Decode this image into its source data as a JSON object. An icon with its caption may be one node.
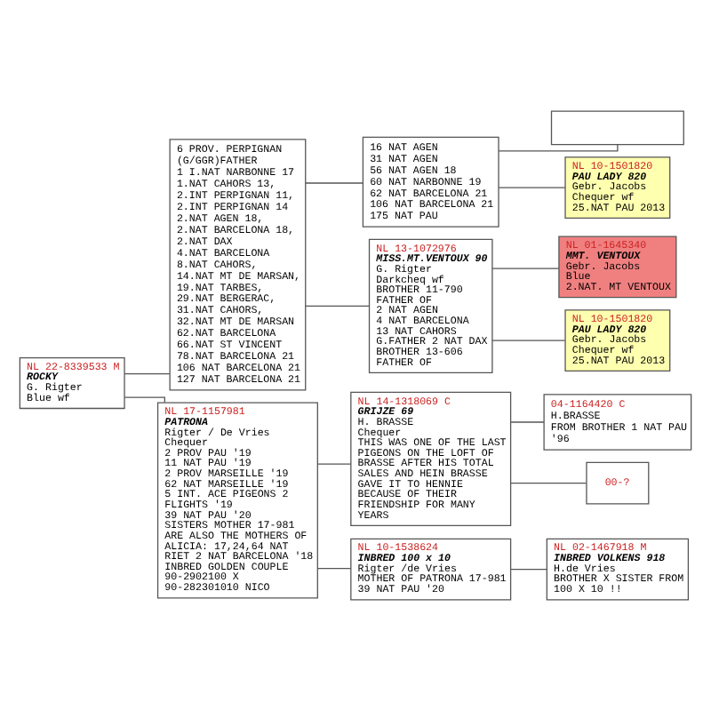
{
  "diagram": {
    "nodes": [
      {
        "text": [
          "NL 22-8339533 M",
          "ROCKY",
          "G. Rigter",
          "Blue wf"
        ]
      },
      {
        "text": [
          "6 PROV. PERPIGNAN",
          "(G/GGR)FATHER",
          "1 I.NAT NARBONNE 17",
          "1.NAT CAHORS 13,",
          "2.INT PERPIGNAN 11,",
          "2.INT PERPIGNAN 14",
          "2.NAT AGEN 18,",
          "2.NAT BARCELONA 18,",
          "2.NAT DAX",
          "4.NAT BARCELONA",
          "8.NAT CAHORS,",
          "14.NAT MT DE MARSAN,",
          "19.NAT TARBES,",
          "29.NAT BERGERAC,",
          "31.NAT CAHORS,",
          "32.NAT MT DE MARSAN",
          "62.NAT BARCELONA",
          "66.NAT ST VINCENT",
          "78.NAT BARCELONA 21",
          "106 NAT BARCELONA 21",
          "127 NAT BARCELONA 21"
        ]
      },
      {
        "text": [
          "16 NAT AGEN",
          "31 NAT AGEN",
          "56 NAT AGEN 18",
          "60 NAT NARBONNE 19",
          "62 NAT BARCELONA 21",
          "106 NAT BARCELONA 21",
          "175 NAT PAU"
        ]
      },
      {
        "text": [],
        "shape": "box"
      },
      {
        "text": [
          "NL 10-1501820",
          "PAU LADY 820",
          "Gebr. Jacobs",
          "Chequer wf",
          "25.NAT PAU 2013"
        ]
      },
      {
        "text": [
          "NL 13-1072976",
          "MISS.MT.VENTOUX 90",
          "G. Rigter",
          "Darkcheq wf",
          "BROTHER 11-790",
          "FATHER OF",
          "2 NAT AGEN",
          "4 NAT BARCELONA",
          "13 NAT CAHORS",
          "G.FATHER 2 NAT DAX",
          "BROTHER 13-606",
          "FATHER OF"
        ]
      },
      {
        "text": [
          "NL 01-1645340",
          "MMT. VENTOUX",
          "Gebr. Jacobs",
          "Blue",
          "2.NAT. MT VENTOUX"
        ]
      },
      {
        "text": [
          "NL 10-1501820",
          "PAU LADY 820",
          "Gebr. Jacobs",
          "Chequer wf",
          "25.NAT PAU 2013"
        ]
      },
      {
        "text": [
          "NL 17-1157981",
          "PATRONA",
          "Rigter / De Vries",
          "Chequer",
          "2 PROV PAU '19",
          "11 NAT PAU '19",
          "2 PROV MARSEILLE '19",
          "62 NAT MARSEILLE '19",
          "5 INT. ACE PIGEONS 2 FLIGHTS '19",
          "39 NAT PAU '20",
          "SISTERS MOTHER 17-981 ARE ALSO THE MOTHERS OF",
          "ALICIA: 17,24,64 NAT RIET 2 NAT BARCELONA '18",
          "INBRED GOLDEN COUPLE 90-2902100 X 90-282301010 NICO"
        ]
      },
      {
        "text": [
          "NL 14-1318069 C",
          "GRIJZE 69",
          "H. BRASSE",
          "Chequer",
          "THIS WAS ONE OF THE LAST PIGEONS ON THE LOFT OF BRASSE AFTER HIS TOTAL SALES AND HEIN BRASSE GAVE IT TO HENNIE BECAUSE OF THEIR FRIENDSHIP FOR MANY YEARS"
        ]
      },
      {
        "text": [
          "04-1164420 C",
          "H.BRASSE",
          "FROM BROTHER 1 NAT PAU '96"
        ]
      },
      {
        "text": [
          "00-?"
        ]
      },
      {
        "text": [
          "NL 10-1538624",
          "INBRED 100 x 10",
          "Rigter /de Vries",
          "MOTHER OF PATRONA 17-981",
          "39 NAT PAU '20"
        ]
      },
      {
        "text": [
          "NL 02-1467918 M",
          "INBRED VOLKENS 918",
          "H.de Vries",
          "BROTHER X SISTER FROM 100 X 10 !!"
        ]
      }
    ],
    "edges": [
      {
        "from": 0,
        "to": 1,
        "arrow": "none"
      },
      {
        "from": 0,
        "to": 8,
        "arrow": "none"
      },
      {
        "from": 1,
        "to": 2,
        "arrow": "none"
      },
      {
        "from": 1,
        "to": 5,
        "arrow": "none"
      },
      {
        "from": 2,
        "to": 3,
        "arrow": "none"
      },
      {
        "from": 2,
        "to": 4,
        "arrow": "none"
      },
      {
        "from": 5,
        "to": 6,
        "arrow": "none"
      },
      {
        "from": 5,
        "to": 7,
        "arrow": "none"
      },
      {
        "from": 8,
        "to": 9,
        "arrow": "none"
      },
      {
        "from": 8,
        "to": 12,
        "arrow": "none"
      },
      {
        "from": 9,
        "to": 10,
        "arrow": "none"
      },
      {
        "from": 9,
        "to": 11,
        "arrow": "none"
      },
      {
        "from": 12,
        "to": 13,
        "arrow": "none"
      }
    ]
  }
}
